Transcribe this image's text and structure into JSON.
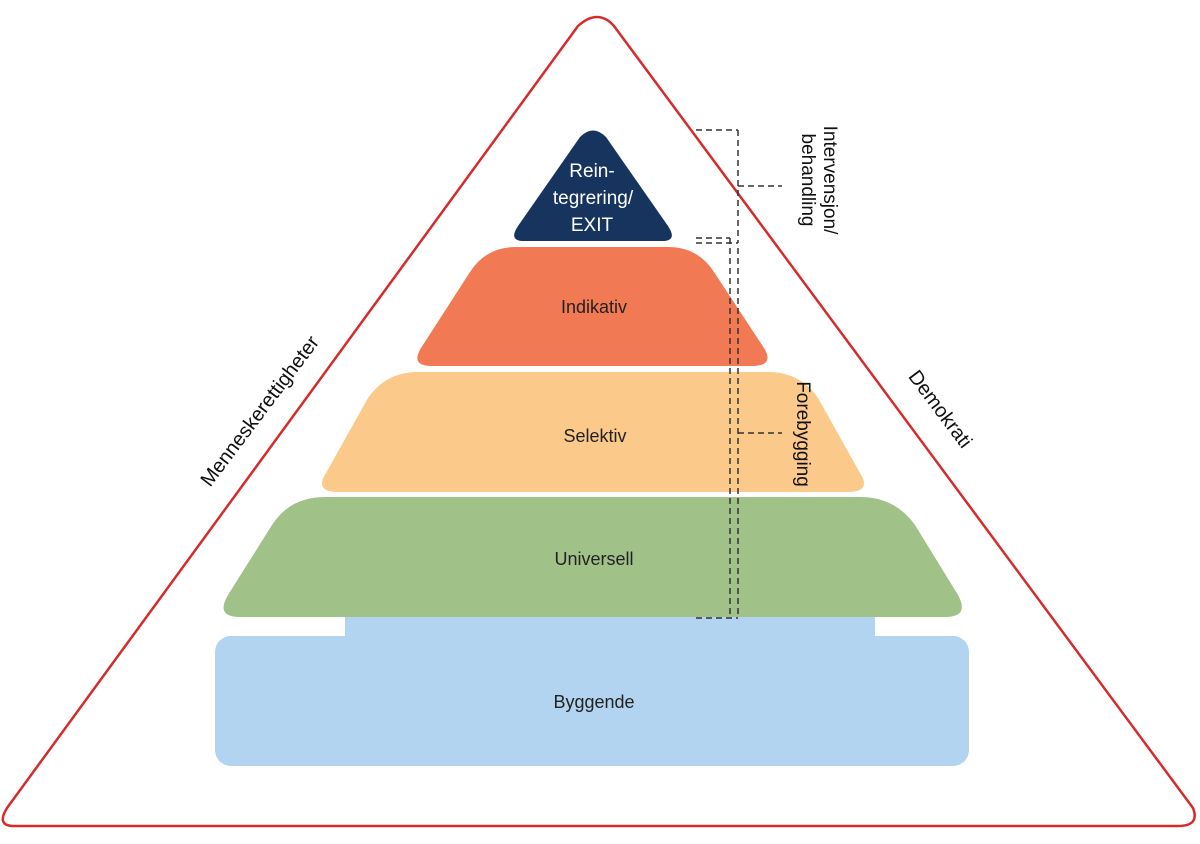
{
  "colors": {
    "outline": "#d52b2b",
    "top": "#17345f",
    "indikativ": "#f17a55",
    "selektiv": "#fbc98a",
    "universell": "#a0c289",
    "byggende": "#b3d4f0"
  },
  "levels": {
    "top": {
      "line1": "Rein-",
      "line2": "tegrering/",
      "line3": "EXIT"
    },
    "indikativ": "Indikativ",
    "selektiv": "Selektiv",
    "universell": "Universell",
    "byggende": "Byggende"
  },
  "sides": {
    "left": "Menneskerettigheter",
    "right": "Demokrati"
  },
  "brackets": {
    "intervention": {
      "line1": "Intervensjon/",
      "line2": "behandling"
    },
    "prevention": "Forebygging"
  }
}
